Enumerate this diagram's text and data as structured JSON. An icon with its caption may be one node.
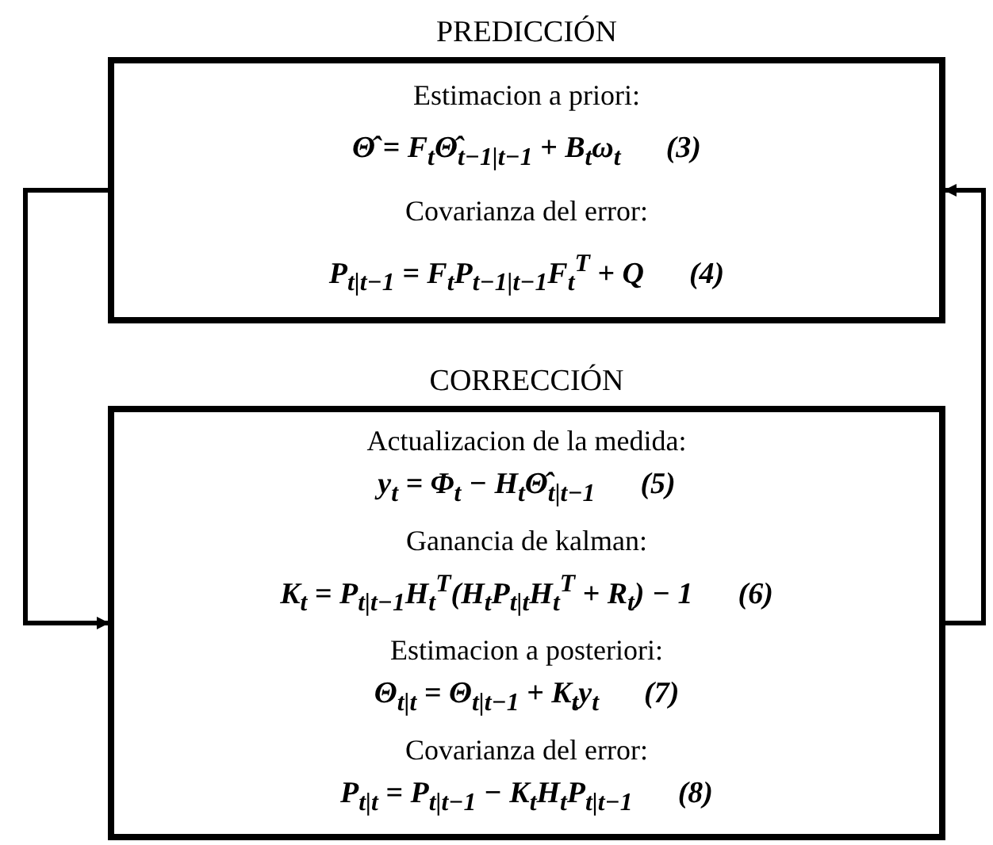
{
  "diagram": {
    "nodes": [
      {
        "text": [
          "PREDICCIÓN",
          "Estimacion a priori:",
          "Θ̂ = F$_{t}$Θ̂$_{t−1|t−1}$ + B$_{t}$ω$_{t}$      (3)",
          "Covarianza del error:",
          "P$_{t|t−1}$ = F$_{t}$P$_{t−1|t−1}$F$_{t}$$^{T}$ + Q      (4)"
        ]
      },
      {
        "text": [
          "CORRECCIÓN",
          "Actualizacion de la medida:",
          "y$_{t}$ = Φ$_{t}$ − H$_{t}$Θ̂$_{t|t−1}$      (5)",
          "Ganancia de kalman:",
          "K$_{t}$ = P$_{t|t−1}$H$_{t}$$^{T}$(H$_{t}$P$_{t|t}$H$_{t}$$^{T}$ + R$_{t}$) − 1      (6)",
          "Estimacion a posteriori:",
          "Θ$_{t|t}$ = Θ$_{t|t−1}$ + K$_{t}$y$_{t}$      (7)",
          "Covarianza del error:",
          "P$_{t|t}$ = P$_{t|t−1}$ − K$_{t}$H$_{t}$P$_{t|t−1}$      (8)"
        ]
      }
    ],
    "edges": [
      {
        "from": 0,
        "to": 1,
        "arrow": "to"
      },
      {
        "from": 1,
        "to": 0,
        "arrow": "to"
      }
    ]
  }
}
